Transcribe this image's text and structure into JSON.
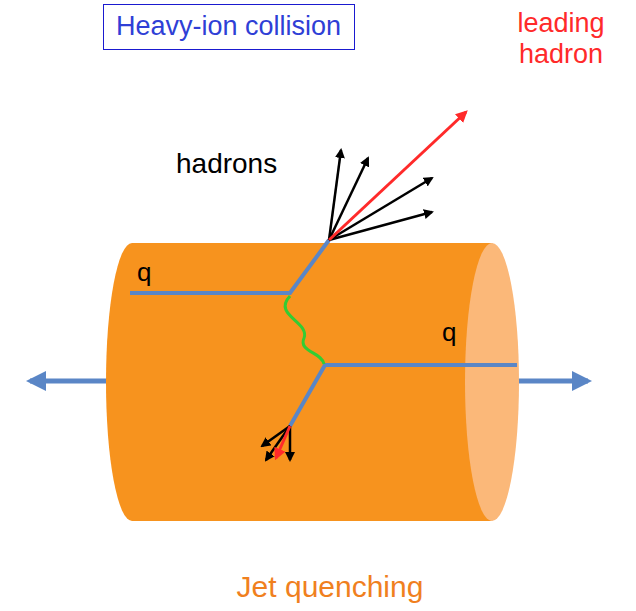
{
  "diagram": {
    "caption": "Jet quenching",
    "nodes": [
      {
        "text": [
          "Heavy-ion collision"
        ]
      }
    ],
    "labels": [
      "leading hadron",
      "hadrons",
      "q",
      "q"
    ]
  }
}
